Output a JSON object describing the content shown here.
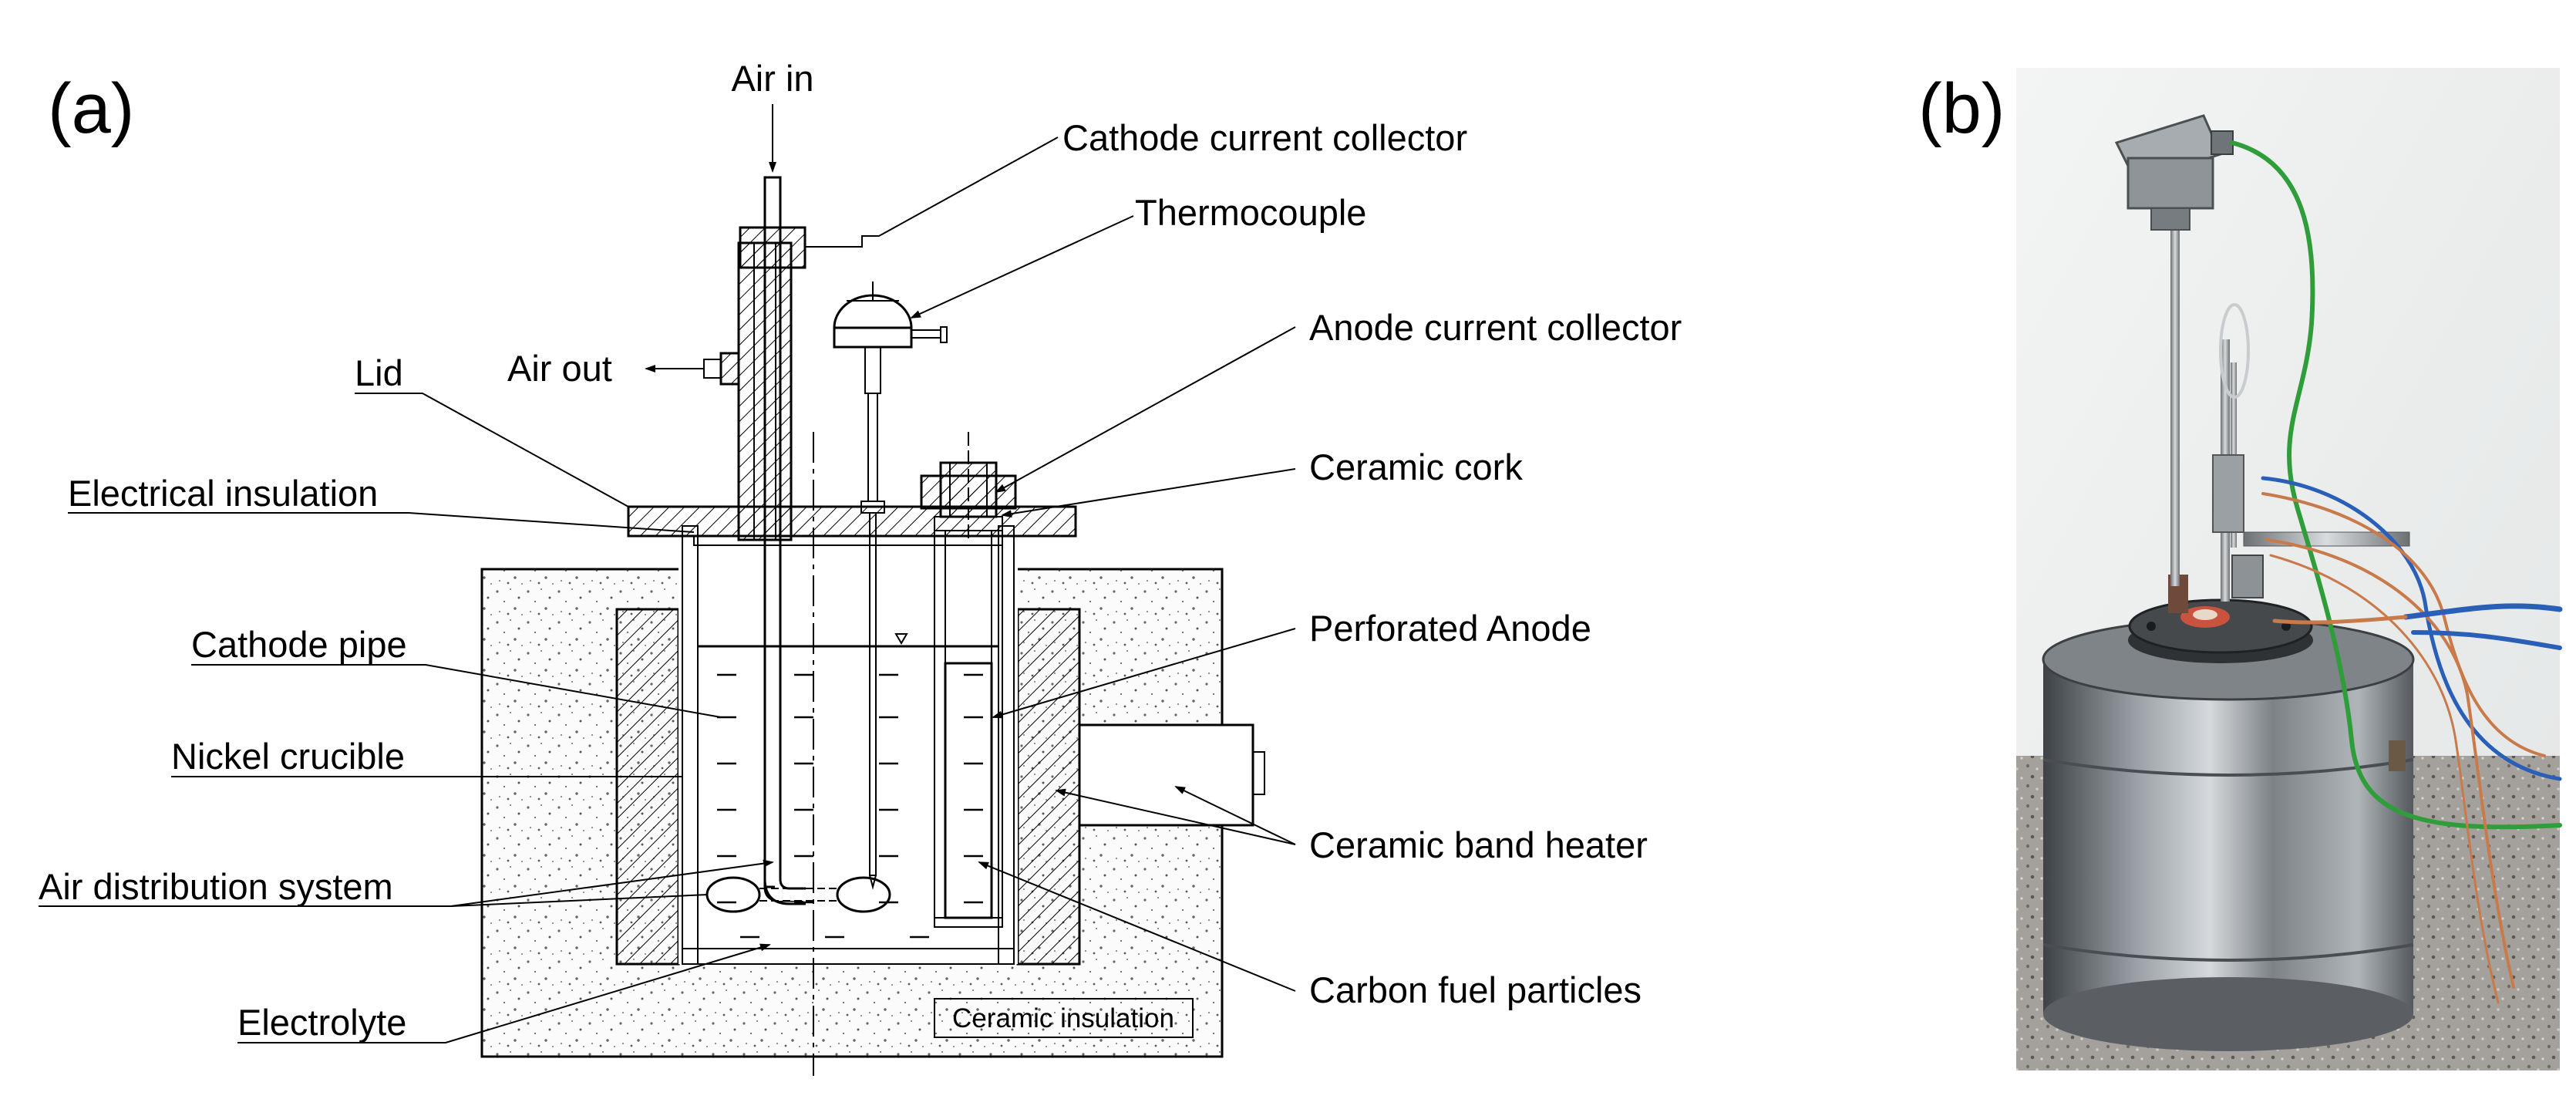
{
  "panels": {
    "a": "(a)",
    "b": "(b)"
  },
  "labels": {
    "air_in": "Air in",
    "cathode_current_collector": "Cathode current collector",
    "thermocouple": "Thermocouple",
    "anode_current_collector": "Anode current collector",
    "lid": "Lid",
    "air_out": "Air out",
    "electrical_insulation": "Electrical insulation",
    "ceramic_cork": "Ceramic cork",
    "cathode_pipe": "Cathode pipe",
    "perforated_anode": "Perforated Anode",
    "nickel_crucible": "Nickel crucible",
    "ceramic_band_heater": "Ceramic band heater",
    "air_distribution_system": "Air distribution system",
    "electrolyte": "Electrolyte",
    "carbon_fuel_particles": "Carbon fuel particles",
    "ceramic_insulation": "Ceramic insulation"
  },
  "colors": {
    "line": "#000000",
    "background": "#ffffff",
    "photo_wall": "#eef0ef",
    "steel": "#8a8f93",
    "wire_green": "#2f9e3a",
    "wire_blue": "#2a5fb8",
    "wire_copper": "#c97a4a"
  }
}
